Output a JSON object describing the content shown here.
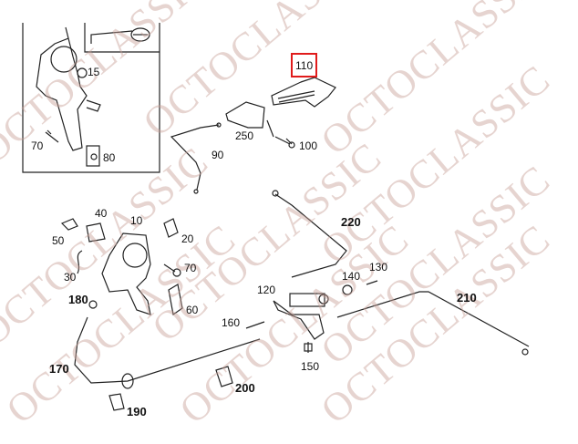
{
  "diagram": {
    "highlighted_part": "110",
    "callouts": [
      "15",
      "70",
      "80",
      "110",
      "250",
      "100",
      "90",
      "220",
      "40",
      "10",
      "50",
      "20",
      "30",
      "70",
      "180",
      "60",
      "120",
      "140",
      "130",
      "210",
      "160",
      "170",
      "150",
      "200",
      "190"
    ],
    "highlight_color": "#e01b1b"
  },
  "watermark": "OCTOCLASSIC"
}
